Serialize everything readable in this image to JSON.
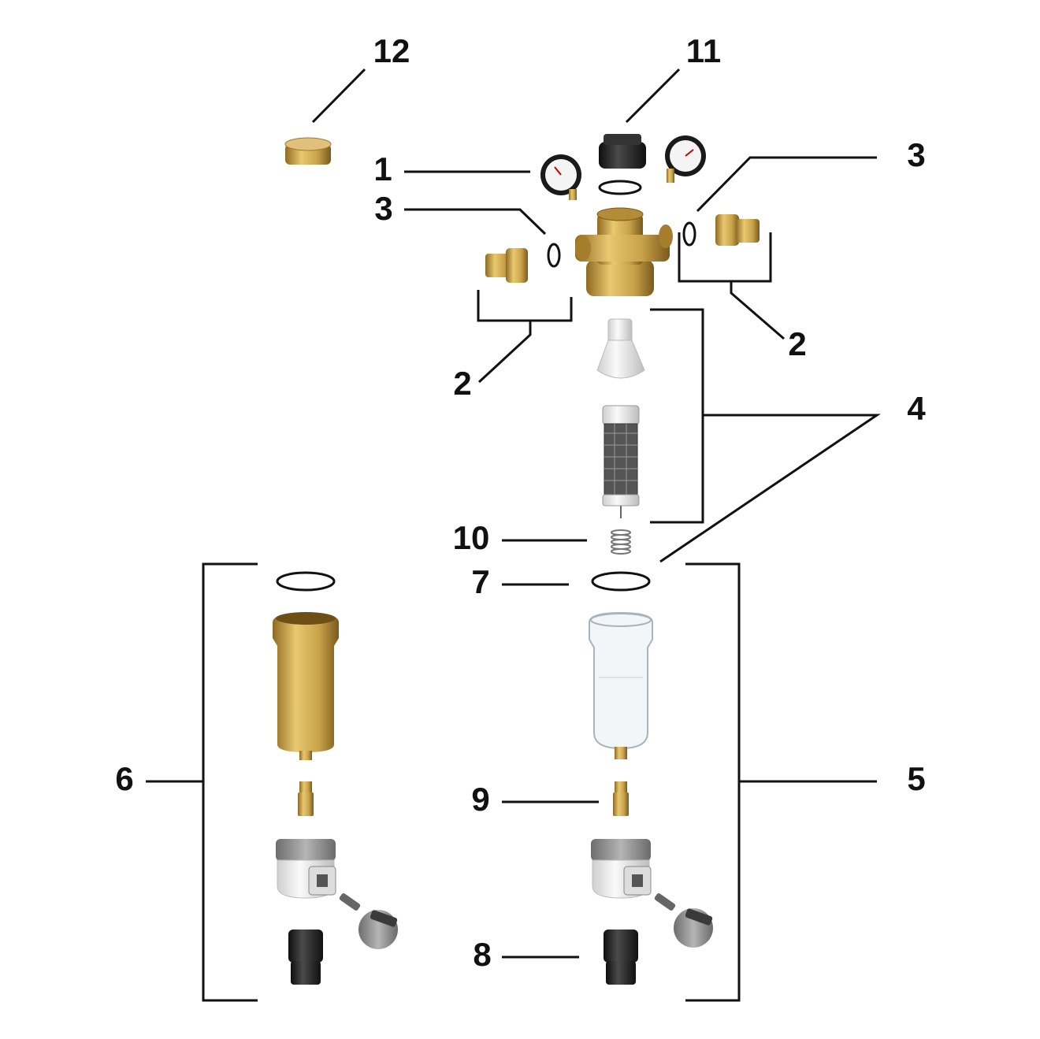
{
  "labels": {
    "p12": "12",
    "p11": "11",
    "p1": "1",
    "p3_left": "3",
    "p3_right": "3",
    "p2_left": "2",
    "p2_right": "2",
    "p4": "4",
    "p10": "10",
    "p7": "7",
    "p6": "6",
    "p5": "5",
    "p9": "9",
    "p8": "8"
  },
  "colors": {
    "brass": "#c9a24a",
    "brass_dark": "#8f6a22",
    "black": "#1c1c1c",
    "grey": "#9a9a9a",
    "white_part": "#eeeeee"
  }
}
